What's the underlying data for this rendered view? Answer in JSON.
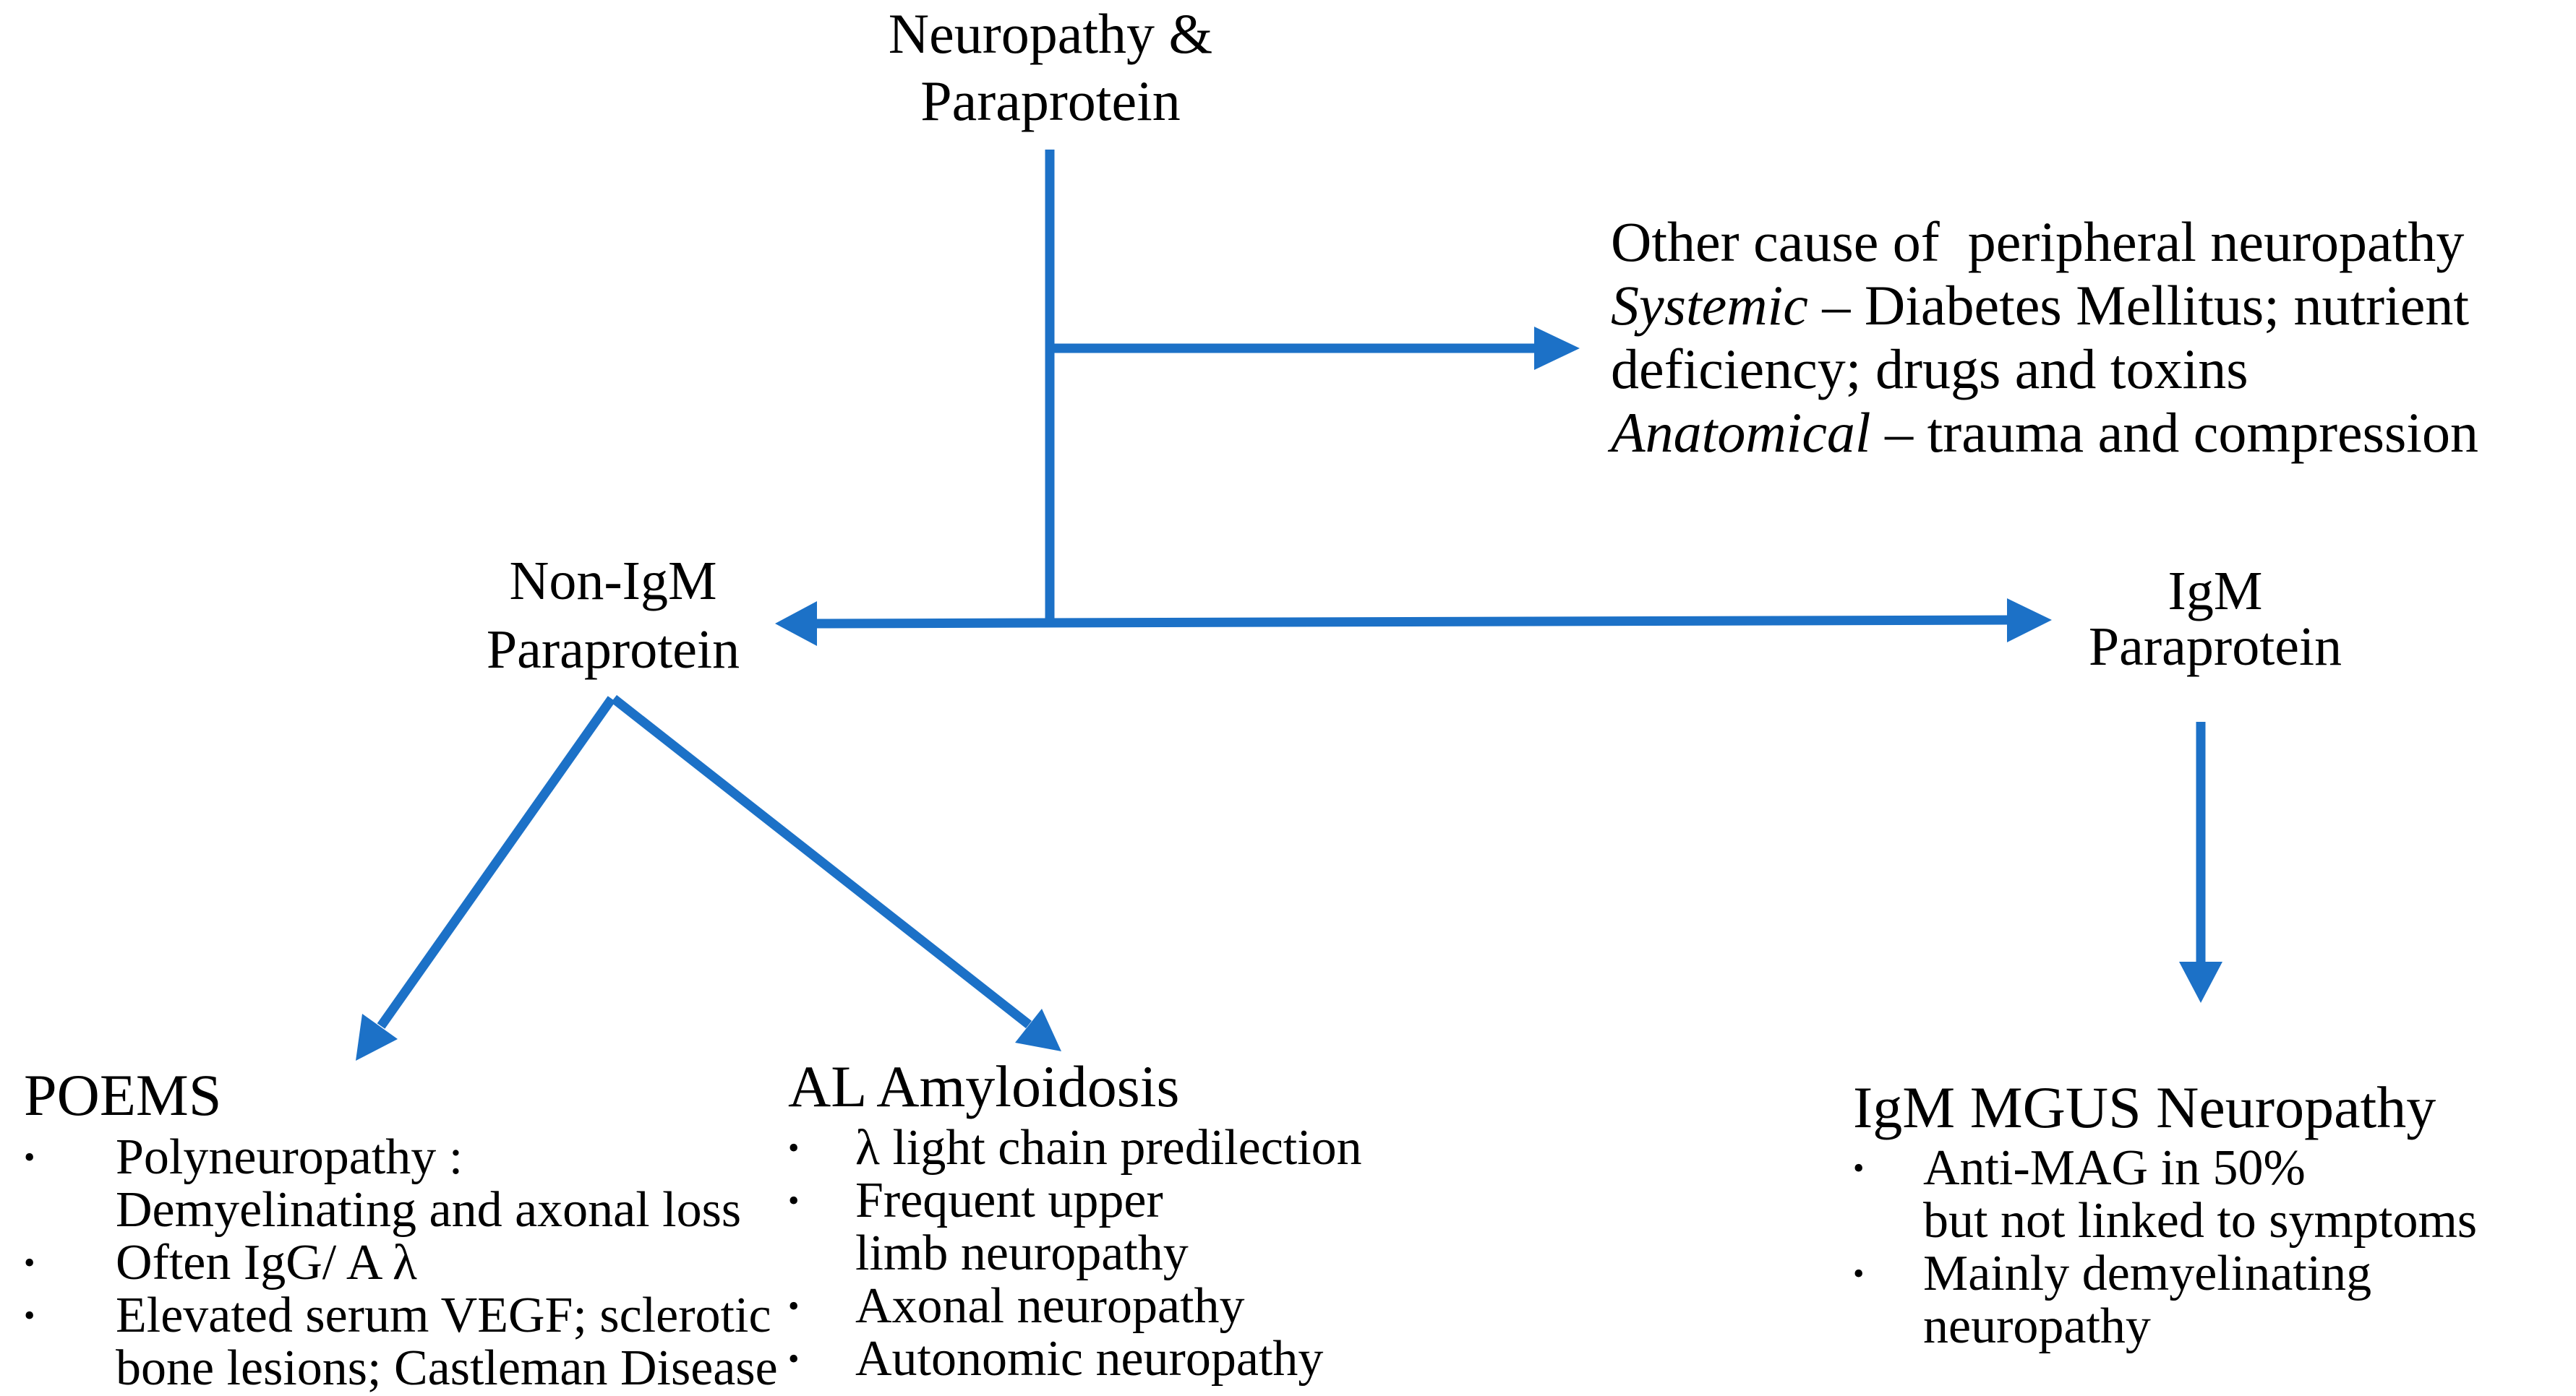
{
  "bullet_char": "•",
  "colors": {
    "arrow": "#1C71C7",
    "text": "#000000",
    "background": "#FFFFFF"
  },
  "root": {
    "line1": "Neuropathy &",
    "line2": "Paraprotein"
  },
  "other_causes": {
    "line1": "Other cause of  peripheral neuropathy",
    "line2_term": "Systemic",
    "line2_text": "– Diabetes Mellitus; nutrient",
    "line3": "deficiency; drugs and toxins",
    "line4_term": "Anatomical",
    "line4_text": "– trauma and compression"
  },
  "non_igm": {
    "line1": "Non-IgM",
    "line2": "Paraprotein"
  },
  "igm": {
    "line1": "IgM",
    "line2": "Paraprotein"
  },
  "poems": {
    "title": "POEMS",
    "bullets": [
      [
        "Polyneuropathy :",
        "Demyelinating and axonal loss"
      ],
      [
        "Often IgG/ A λ"
      ],
      [
        "Elevated serum VEGF; sclerotic",
        "bone lesions; Castleman Disease"
      ]
    ]
  },
  "al": {
    "title": "AL Amyloidosis",
    "bullets": [
      [
        "λ light chain predilection"
      ],
      [
        "Frequent upper",
        "limb neuropathy"
      ],
      [
        "Axonal neuropathy"
      ],
      [
        "Autonomic neuropathy"
      ]
    ]
  },
  "igm_mgus": {
    "title": "IgM MGUS Neuropathy",
    "bullets": [
      [
        "Anti-MAG in 50%",
        "but not linked to symptoms"
      ],
      [
        "Mainly demyelinating neuropathy"
      ]
    ]
  }
}
